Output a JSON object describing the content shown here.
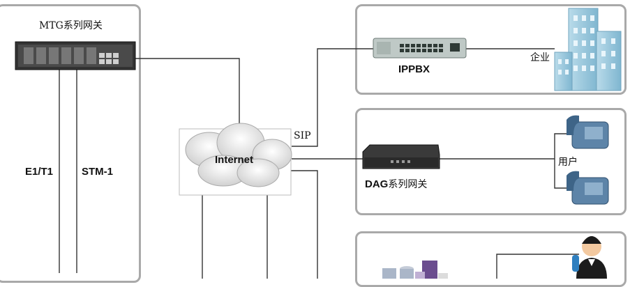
{
  "gateway": {
    "title": "MTG系列网关",
    "link1": "E1/T1",
    "link2": "STM-1"
  },
  "cloud": {
    "label": "Internet",
    "protocol": "SIP"
  },
  "enterprise": {
    "device": "IPPBX",
    "site": "企业"
  },
  "user": {
    "device_prefix": "DAG",
    "device_suffix": "系列网关",
    "site": "用户"
  },
  "colors": {
    "panel_border": "#a9a9a9",
    "line": "#333333",
    "building": "#9fcbe0"
  }
}
